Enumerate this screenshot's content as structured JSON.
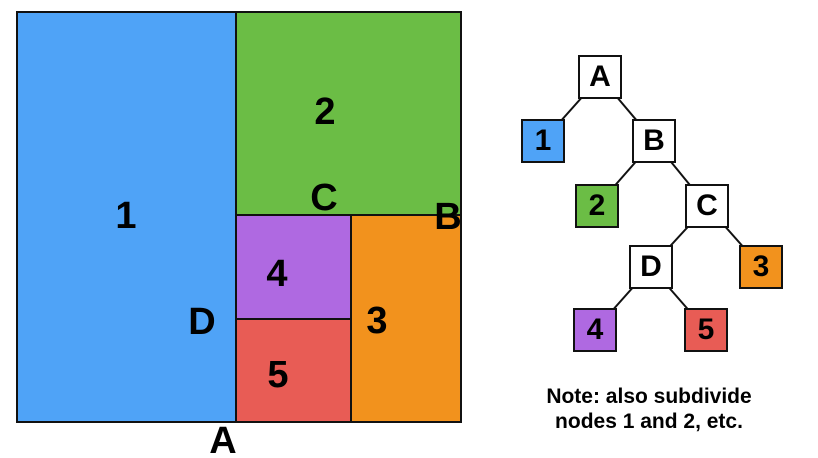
{
  "colors": {
    "blue": "#4FA3F7",
    "green": "#6BBD45",
    "orange": "#F2921D",
    "purple": "#AF69E1",
    "red": "#E85C55",
    "outline": "#111111"
  },
  "partition": {
    "regions": [
      {
        "label": "1",
        "color": "#4FA3F7"
      },
      {
        "label": "2",
        "color": "#6BBD45"
      },
      {
        "label": "3",
        "color": "#F2921D"
      },
      {
        "label": "4",
        "color": "#AF69E1"
      },
      {
        "label": "5",
        "color": "#E85C55"
      }
    ],
    "cut_labels": [
      {
        "label": "A"
      },
      {
        "label": "B"
      },
      {
        "label": "C"
      },
      {
        "label": "D"
      }
    ]
  },
  "tree": {
    "nodes": [
      {
        "label": "A",
        "type": "internal",
        "color": "#ffffff"
      },
      {
        "label": "1",
        "type": "leaf",
        "color": "#4FA3F7"
      },
      {
        "label": "B",
        "type": "internal",
        "color": "#ffffff"
      },
      {
        "label": "2",
        "type": "leaf",
        "color": "#6BBD45"
      },
      {
        "label": "C",
        "type": "internal",
        "color": "#ffffff"
      },
      {
        "label": "D",
        "type": "internal",
        "color": "#ffffff"
      },
      {
        "label": "3",
        "type": "leaf",
        "color": "#F2921D"
      },
      {
        "label": "4",
        "type": "leaf",
        "color": "#AF69E1"
      },
      {
        "label": "5",
        "type": "leaf",
        "color": "#E85C55"
      }
    ],
    "edges": [
      "A-1",
      "A-B",
      "B-2",
      "B-C",
      "C-D",
      "C-3",
      "D-4",
      "D-5"
    ]
  },
  "note": {
    "line1": "Note: also subdivide",
    "line2": "nodes 1 and 2, etc."
  }
}
